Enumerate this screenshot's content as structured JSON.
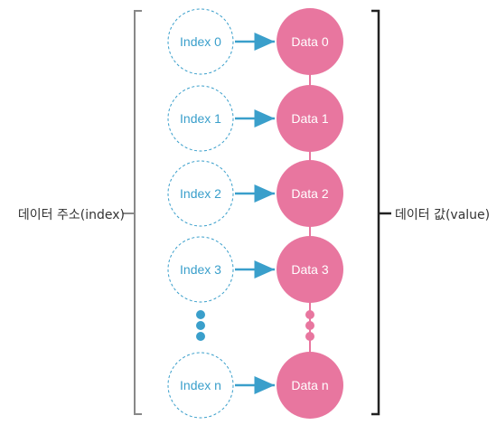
{
  "labels": {
    "left": "데이터 주소(index)",
    "right": "데이터 값(value)"
  },
  "rows": [
    {
      "index": "Index 0",
      "data": "Data 0"
    },
    {
      "index": "Index 1",
      "data": "Data 1"
    },
    {
      "index": "Index 2",
      "data": "Data 2"
    },
    {
      "index": "Index 3",
      "data": "Data 3"
    },
    {
      "index": "Index n",
      "data": "Data n"
    }
  ],
  "colors": {
    "index_text": "#3a9fcb",
    "index_ring": "#3a9fcb",
    "arrow": "#3a9fcb",
    "data_fill": "#e8769f",
    "data_text": "#ffffff",
    "connector": "#e8769f",
    "left_bracket": "#888888",
    "right_bracket": "#222222",
    "left_dots": "#3a9fcb",
    "right_dots": "#e8769f"
  }
}
